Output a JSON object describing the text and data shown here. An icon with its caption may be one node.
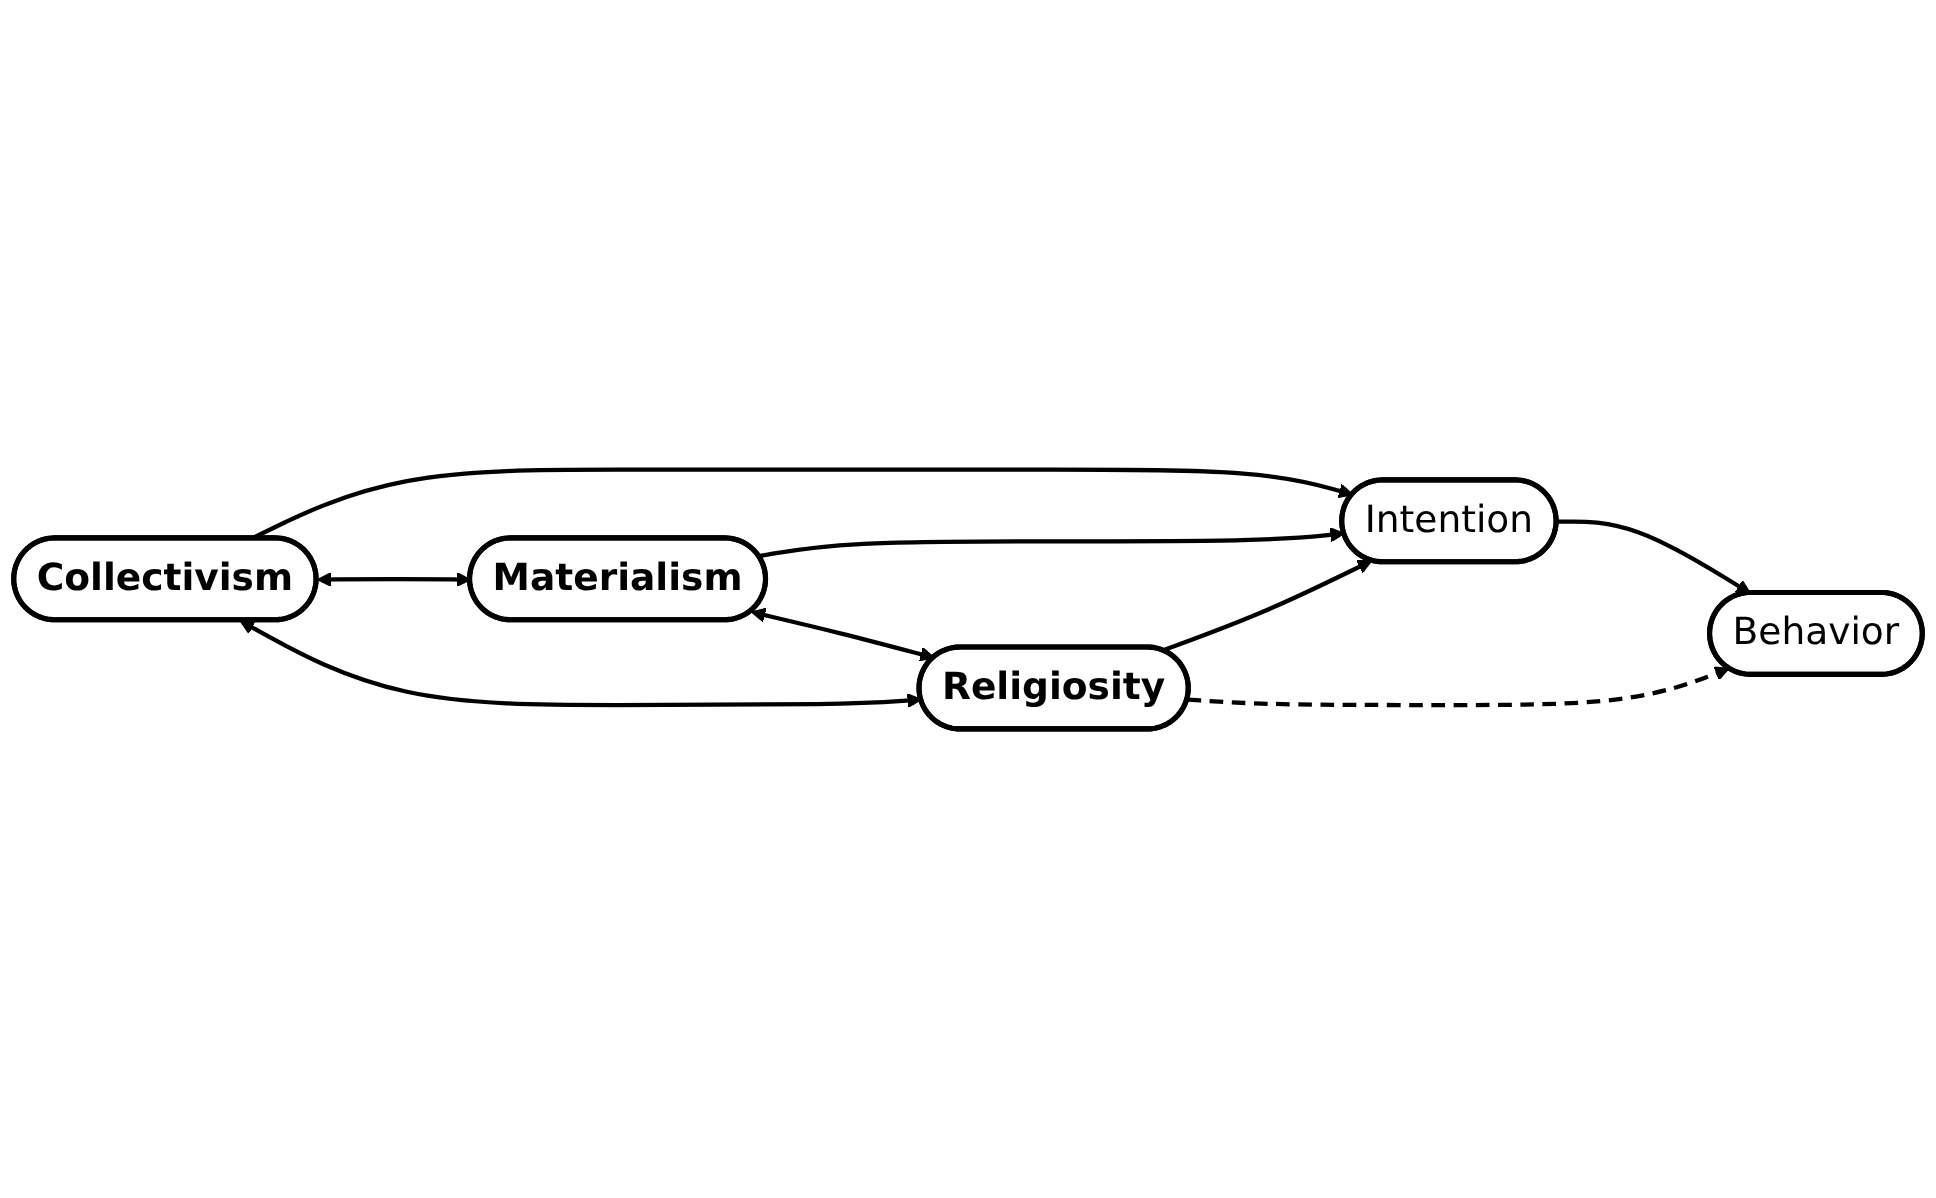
{
  "diagram": {
    "nodes": [
      {
        "text": [
          "Collectivism"
        ]
      },
      {
        "text": [
          "Materialism"
        ]
      },
      {
        "text": [
          "Religiosity"
        ]
      },
      {
        "text": [
          "Intention"
        ]
      },
      {
        "text": [
          "Behavior"
        ]
      }
    ],
    "edges": [
      {
        "from": 0,
        "to": 1,
        "arrow": "both"
      },
      {
        "from": 1,
        "to": 2,
        "arrow": "both"
      },
      {
        "from": 0,
        "to": 2,
        "arrow": "both"
      },
      {
        "from": 0,
        "to": 3,
        "arrow": "to"
      },
      {
        "from": 1,
        "to": 3,
        "arrow": "to"
      },
      {
        "from": 2,
        "to": 3,
        "arrow": "to"
      },
      {
        "from": 3,
        "to": 4,
        "arrow": "to"
      },
      {
        "from": 2,
        "to": 4,
        "arrow": "to",
        "style": "dashed"
      }
    ]
  }
}
